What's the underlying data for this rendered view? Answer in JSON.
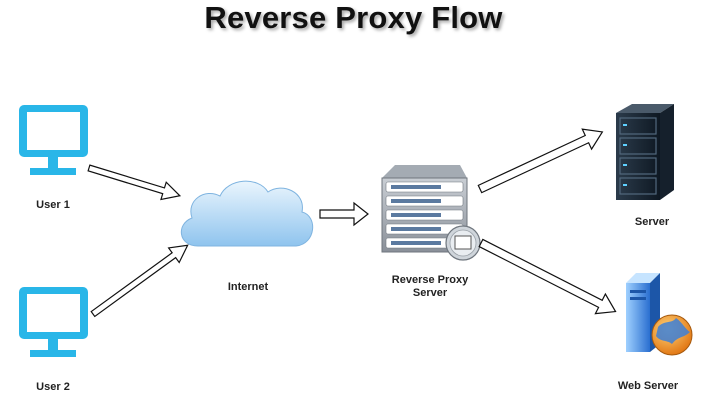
{
  "title": "Reverse Proxy Flow",
  "nodes": {
    "user1": "User 1",
    "user2": "User 2",
    "internet": "Internet",
    "proxy": "Reverse Proxy\nServer",
    "server": "Server",
    "web_server": "Web Server"
  },
  "colors": {
    "monitor": "#29b6e8",
    "cloud": "#a9d4f5",
    "server_rack": "#1f2f3f",
    "proxy_grey": "#8a9099",
    "arrow_stroke": "#111111"
  },
  "edges": [
    {
      "from": "User 1",
      "to": "Internet"
    },
    {
      "from": "User 2",
      "to": "Internet"
    },
    {
      "from": "Internet",
      "to": "Reverse Proxy Server"
    },
    {
      "from": "Reverse Proxy Server",
      "to": "Server"
    },
    {
      "from": "Reverse Proxy Server",
      "to": "Web Server"
    }
  ]
}
